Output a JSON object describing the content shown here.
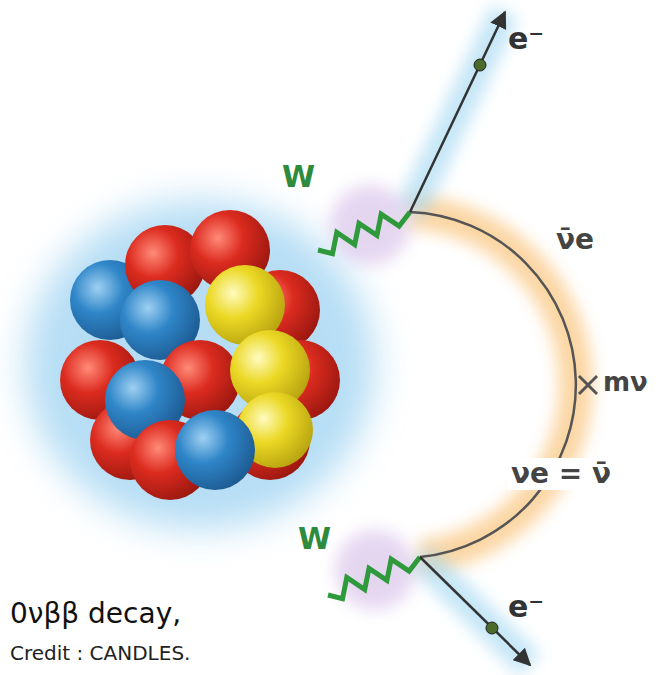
{
  "diagram": {
    "caption": "0νββ decay,",
    "labels": [
      "e⁻",
      "W",
      "ν̄e",
      "mν",
      "W",
      "νe = ν̄",
      "e⁻",
      "Credit : CANDLES."
    ]
  }
}
